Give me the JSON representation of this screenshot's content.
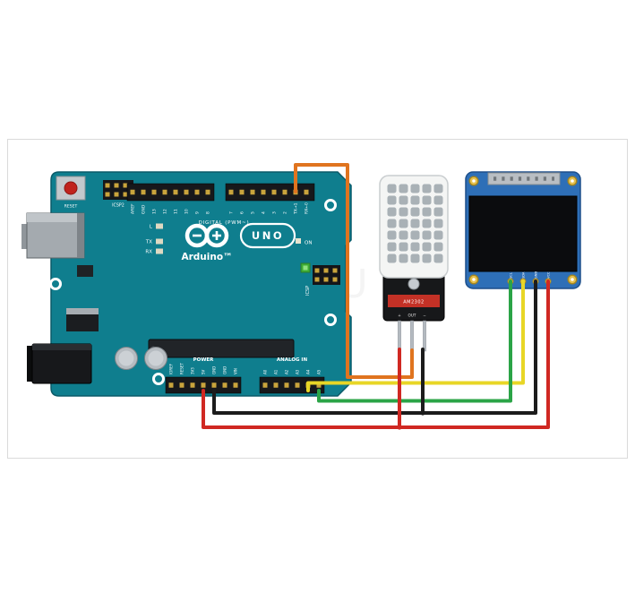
{
  "diagram": {
    "watermark": "CIRCUIT"
  },
  "arduino": {
    "board_color": "#0f7e8e",
    "brand": "Arduino™",
    "logo_text": "UNO",
    "reset_label": "RESET",
    "icsp2_label": "ICSP2",
    "icsp_label": "ICSP",
    "digital_header_label": "DIGITAL (PWM~)",
    "power_header_label": "POWER",
    "analog_header_label": "ANALOG IN",
    "on_label": "ON",
    "led_l": "L",
    "led_tx": "TX",
    "led_rx": "RX",
    "digital_pins": [
      "AREF",
      "GND",
      "13",
      "12",
      "11",
      "10",
      "9",
      "8",
      "7",
      "6",
      "5",
      "4",
      "3",
      "2",
      "TX→1",
      "RX←0"
    ],
    "power_pins": [
      "IOREF",
      "RESET",
      "3V3",
      "5V",
      "GND",
      "GND",
      "VIN"
    ],
    "analog_pins": [
      "A0",
      "A1",
      "A2",
      "A3",
      "A4",
      "A5"
    ]
  },
  "dht22": {
    "body_color": "#f4f5f4",
    "board_color": "#17181a",
    "module_label": "AM2302",
    "pin_labels": [
      "+",
      "OUT",
      "−"
    ]
  },
  "oled": {
    "pcb_color": "#2e6fb7",
    "screen_color": "#0b0c0e",
    "pin_labels": [
      "SCL",
      "SDA",
      "GND",
      "VCC"
    ]
  },
  "wires": {
    "data": {
      "color": "#e0741f",
      "from": "Arduino D2",
      "to": "DHT22 DATA"
    },
    "sda": {
      "color": "#e8d626",
      "from": "Arduino A4",
      "to": "OLED SDA"
    },
    "scl": {
      "color": "#2ba447",
      "from": "Arduino A5",
      "to": "OLED SCL"
    },
    "gnd_rail": {
      "color": "#1c1c1c",
      "from": "Arduino GND",
      "to": "OLED GND"
    },
    "gnd_sensor": {
      "color": "#1c1c1c",
      "from": "GND rail",
      "to": "DHT22 GND"
    },
    "vcc_rail": {
      "color": "#d02822",
      "from": "Arduino 5V",
      "to": "OLED VCC"
    },
    "vcc_sensor": {
      "color": "#d02822",
      "from": "5V rail",
      "to": "DHT22 VCC"
    }
  }
}
